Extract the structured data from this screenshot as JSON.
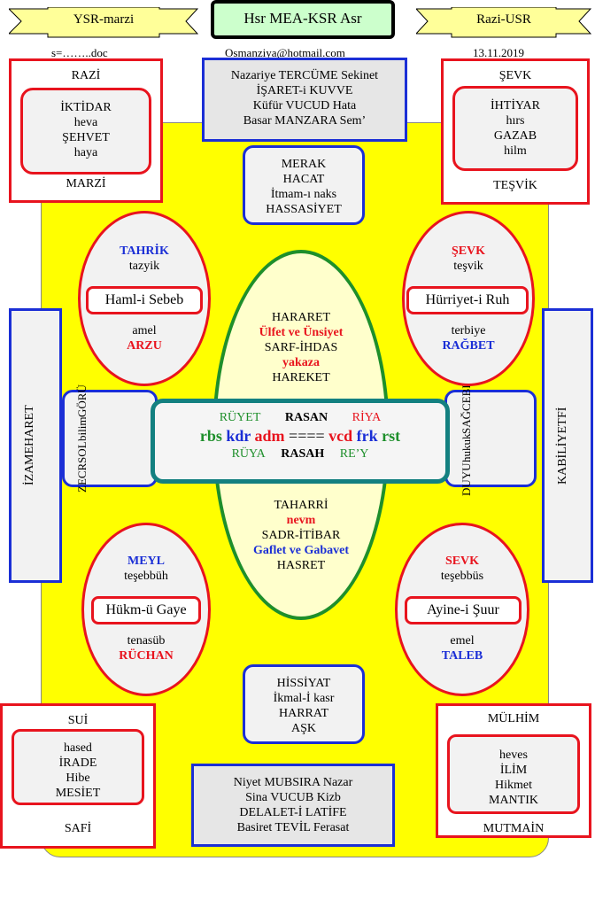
{
  "header": {
    "left_ribbon": "YSR-marzi",
    "title": "Hsr MEA-KSR Asr",
    "right_ribbon": "Razi-USR",
    "file_ref": "s=……..doc",
    "email": "Osmanziya@hotmail.com",
    "date": "13.11.2019"
  },
  "top_center": [
    "Nazariye TERCÜME Sekinet",
    "İŞARET-i KUVVE",
    "Küfür VUCUD  Hata",
    "Basar MANZARA Sem’"
  ],
  "top_left": {
    "title": "RAZİ",
    "inner": [
      "İKTİDAR",
      "heva",
      "ŞEHVET",
      "haya"
    ],
    "footer": "MARZİ"
  },
  "top_right": {
    "title": "ŞEVK",
    "inner": [
      "İHTİYAR",
      "hırs",
      "GAZAB",
      "hilm"
    ],
    "footer": "TEŞVİK"
  },
  "merak_box": [
    "MERAK",
    "HACAT",
    "İtmam-ı naks",
    "HASSASİYET"
  ],
  "ellipse_tl": {
    "top1": "TAHRİK",
    "top2": "tazyik",
    "pill": "Haml-i  Sebeb",
    "bottom1": "amel",
    "bottom2": "ARZU"
  },
  "ellipse_tr": {
    "top1": "ŞEVK",
    "top2": "teşvik",
    "pill": "Hürriyet-i Ruh",
    "bottom1": "terbiye",
    "bottom2": "RAĞBET"
  },
  "ellipse_bl": {
    "top1": "MEYL",
    "top2": "teşebbüh",
    "pill": "Hükm-ü Gaye",
    "bottom1": "tenasüb",
    "bottom2": "RÜCHAN"
  },
  "ellipse_br": {
    "top1": "SEVK",
    "top2": "teşebbüs",
    "pill": "Ayine-i Şuur",
    "bottom1": "emel",
    "bottom2": "TALEB"
  },
  "center_top": [
    "HARARET",
    "Ülfet ve Ünsiyet",
    "SARF-İHDAS",
    "yakaza",
    "HAREKET"
  ],
  "center_bottom": [
    "TAHARRİ",
    "nevm",
    "SADR-İTİBAR",
    "Gaflet ve Gabavet",
    "HASRET"
  ],
  "center_box": {
    "row1": [
      "RÜYET",
      "RASAN",
      "RİYA"
    ],
    "row2": [
      "rbs",
      "kdr",
      "adm",
      "====",
      "vcd",
      "frk",
      "rst"
    ],
    "row3": [
      "RÜYA",
      "RASAH",
      "RE’Y"
    ]
  },
  "left_side": [
    "İZA",
    "MEHARET"
  ],
  "right_side": [
    "KABİLİYET",
    "Fİ"
  ],
  "left_mid": [
    "ZECR",
    "SOL",
    "bilim",
    "GÖRÜ"
  ],
  "right_mid": [
    "DUYU",
    "hukuk",
    "SAĞ",
    "CEBR"
  ],
  "hissiyat_box": [
    "HİSSİYAT",
    "İkmal-İ kasr",
    "HARRAT",
    "AŞK"
  ],
  "bottom_left": {
    "title": "SUİ",
    "inner": [
      "hased",
      "İRADE",
      "Hibe",
      "MESİET"
    ],
    "footer": "SAFİ"
  },
  "bottom_right": {
    "title": "MÜLHİM",
    "inner": [
      "heves",
      "İLİM",
      "Hikmet",
      "MANTIK"
    ],
    "footer": "MUTMAİN"
  },
  "bottom_center": [
    "Niyet MUBSIRA Nazar",
    "Sina VUCUB Kizb",
    "DELALET-İ LATİFE",
    "Basiret TEVİL Ferasat"
  ],
  "colors": {
    "red": "#e8141e",
    "blue": "#1b2fd6",
    "yellow": "#ffff00",
    "green": "#1e8f2b",
    "teal": "#138080"
  }
}
